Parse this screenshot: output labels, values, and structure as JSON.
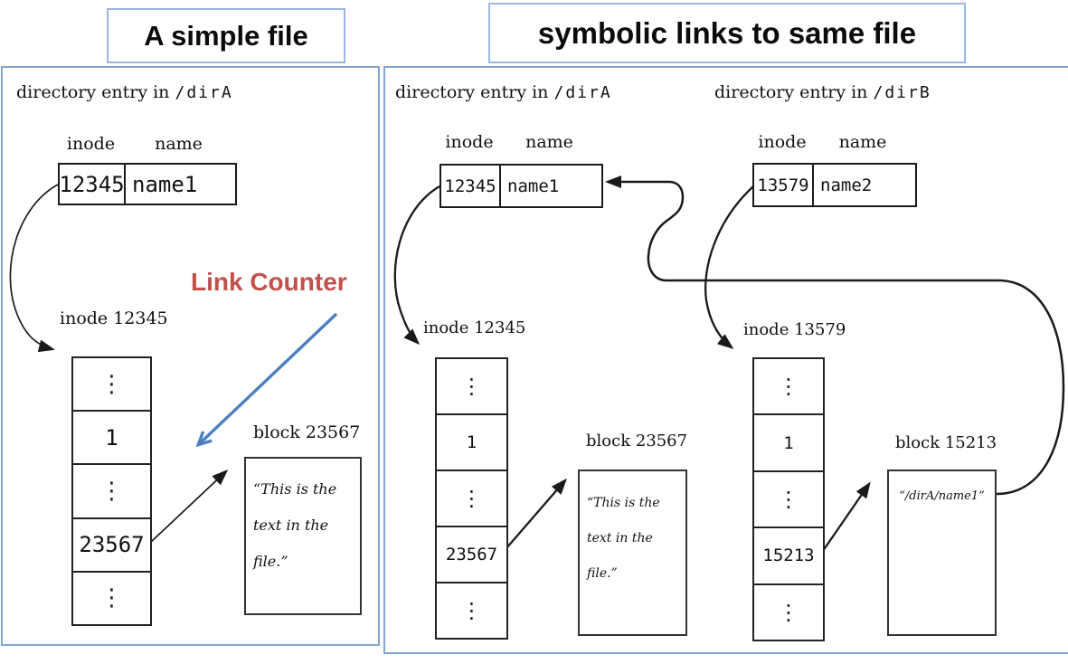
{
  "colors": {
    "panel_border": "#87A5D2",
    "title_border": "#9DB8E0",
    "link_counter_red": "#C2504B",
    "blue_arrow": "#4D7EBE",
    "diagram_ink": "#1a1a1a"
  },
  "left_panel": {
    "title": "A simple file",
    "dir_entry": {
      "prefix": "directory entry in",
      "path": "/dirA"
    },
    "table": {
      "header_inode": "inode",
      "header_name": "name",
      "inode": "12345",
      "name": "name1"
    },
    "link_counter_label": "Link Counter",
    "inode_box": {
      "label": "inode 12345",
      "cells": [
        "⋮",
        "1",
        "⋮",
        "23567",
        "⋮"
      ]
    },
    "block": {
      "label": "block 23567",
      "lines": [
        "“This is the",
        "text in the",
        "file.”"
      ]
    }
  },
  "right_panel": {
    "title": "symbolic links to same file",
    "entry_a": {
      "dir_entry": {
        "prefix": "directory entry in",
        "path": "/dirA"
      },
      "table": {
        "header_inode": "inode",
        "header_name": "name",
        "inode": "12345",
        "name": "name1"
      },
      "inode_box": {
        "label": "inode 12345",
        "cells": [
          "⋮",
          "1",
          "⋮",
          "23567",
          "⋮"
        ]
      },
      "block": {
        "label": "block 23567",
        "lines": [
          "“This is the",
          "text in the",
          "file.”"
        ]
      }
    },
    "entry_b": {
      "dir_entry": {
        "prefix": "directory entry in",
        "path": "/dirB"
      },
      "table": {
        "header_inode": "inode",
        "header_name": "name",
        "inode": "13579",
        "name": "name2"
      },
      "inode_box": {
        "label": "inode 13579",
        "cells": [
          "⋮",
          "1",
          "⋮",
          "15213",
          "⋮"
        ]
      },
      "block": {
        "label": "block 15213",
        "lines": [
          "“/dirA/name1”"
        ]
      }
    }
  }
}
